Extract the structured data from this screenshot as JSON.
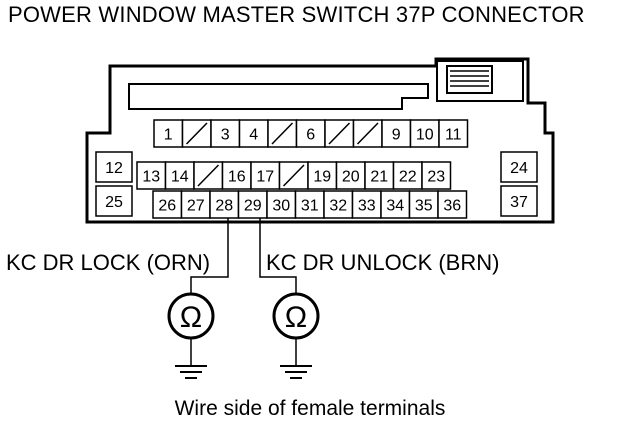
{
  "title": "POWER WINDOW MASTER SWITCH 37P CONNECTOR",
  "caption": "Wire side of female terminals",
  "labels": {
    "lock": "KC DR LOCK (ORN)",
    "unlock": "KC DR UNLOCK (BRN)"
  },
  "meters": {
    "symbol": "Ω"
  },
  "terminals": {
    "row1": [
      "1",
      "",
      "3",
      "4",
      "",
      "6",
      "",
      "",
      "9",
      "10",
      "11"
    ],
    "row2": [
      "13",
      "14",
      "",
      "16",
      "17",
      "",
      "19",
      "20",
      "21",
      "22",
      "23"
    ],
    "row3": [
      "26",
      "27",
      "28",
      "29",
      "30",
      "31",
      "32",
      "33",
      "34",
      "35",
      "36"
    ],
    "left": [
      "12",
      "25"
    ],
    "right": [
      "24",
      "37"
    ]
  },
  "probes": {
    "lock_terminal": "28",
    "unlock_terminal": "29"
  }
}
